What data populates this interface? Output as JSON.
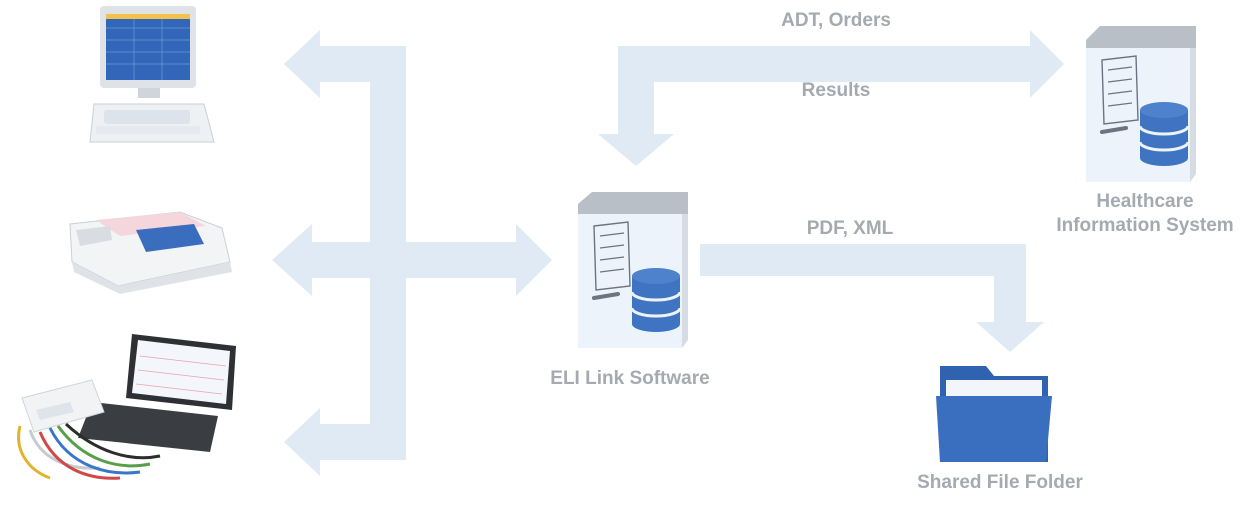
{
  "diagram": {
    "edges": {
      "adt_orders": "ADT, Orders",
      "results": "Results",
      "pdf_xml": "PDF, XML"
    },
    "nodes": {
      "eli_link": "ELI Link Software",
      "his_line1": "Healthcare",
      "his_line2": "Information System",
      "shared_folder": "Shared File Folder"
    },
    "colors": {
      "arrow": "#dfeaf5",
      "label": "#a4aab0",
      "database": "#3f74c2",
      "folder": "#3a6fc0",
      "server_top": "#b9bfc6",
      "server_body": "#edf3fa"
    }
  }
}
